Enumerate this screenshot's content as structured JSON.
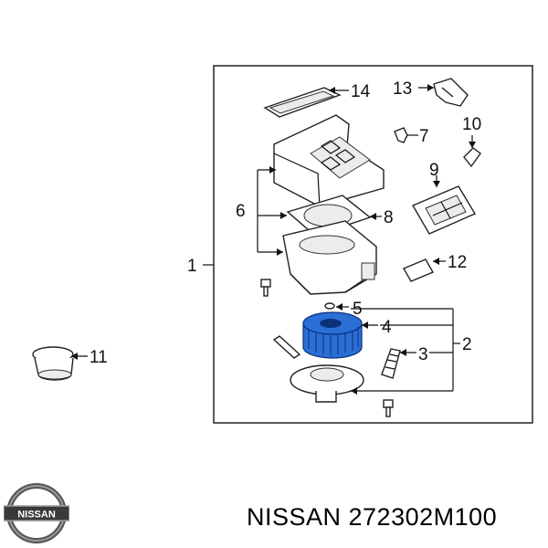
{
  "brand": {
    "logo_text": "NISSAN",
    "caption": "NISSAN 272302M100"
  },
  "callouts": {
    "c1": "1",
    "c2": "2",
    "c3": "3",
    "c4": "4",
    "c5": "5",
    "c6": "6",
    "c7": "7",
    "c8": "8",
    "c9": "9",
    "c10": "10",
    "c11": "11",
    "c12": "12",
    "c13": "13",
    "c14": "14"
  },
  "colors": {
    "highlight": "#2a6fd6",
    "line": "#111111"
  }
}
